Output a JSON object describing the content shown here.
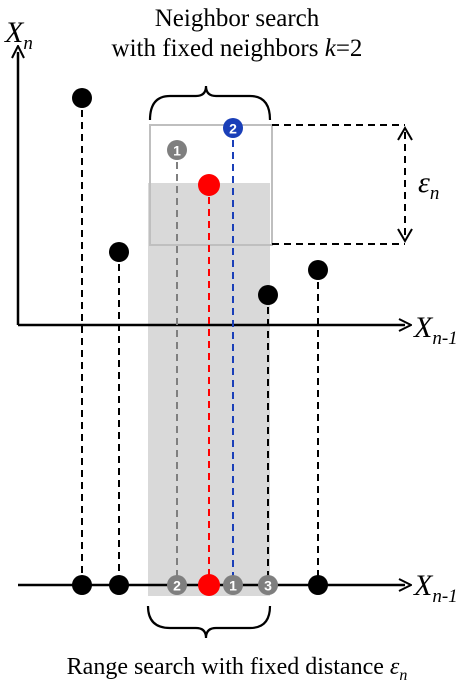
{
  "title": {
    "line1": "Neighbor search",
    "line2_prefix": "with fixed neighbors ",
    "line2_k": "k",
    "line2_eq": "=2"
  },
  "axes": {
    "y_label_main": "X",
    "y_label_sub": "n",
    "x_label_main": "X",
    "x_label_sub": "n-1",
    "bottom_axis_main": "X",
    "bottom_axis_sub": "n-1"
  },
  "epsilon": {
    "symbol": "ε",
    "sub": "n"
  },
  "neighbor_labels": {
    "n1": "1",
    "n2": "2",
    "n3": "3"
  },
  "bottom_caption": {
    "prefix": "Range search with fixed distance ",
    "symbol": "ε",
    "sub": "n"
  },
  "colors": {
    "reference_point": "#ff0000",
    "neighbor_k_point": "#1a3fb8",
    "neighbor_grey": "#7f7f7f",
    "data_point": "#000000",
    "range_region": "#d9d9d9"
  }
}
